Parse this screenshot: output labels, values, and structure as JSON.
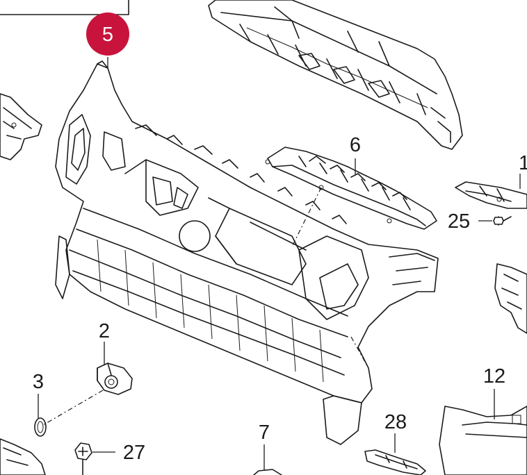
{
  "highlight_color": "#c8143c",
  "callouts": {
    "c5": "5",
    "c6": "6",
    "c1": "1",
    "c25": "25",
    "c2": "2",
    "c3": "3",
    "c27": "27",
    "c7": "7",
    "c28": "28",
    "c12": "12"
  }
}
